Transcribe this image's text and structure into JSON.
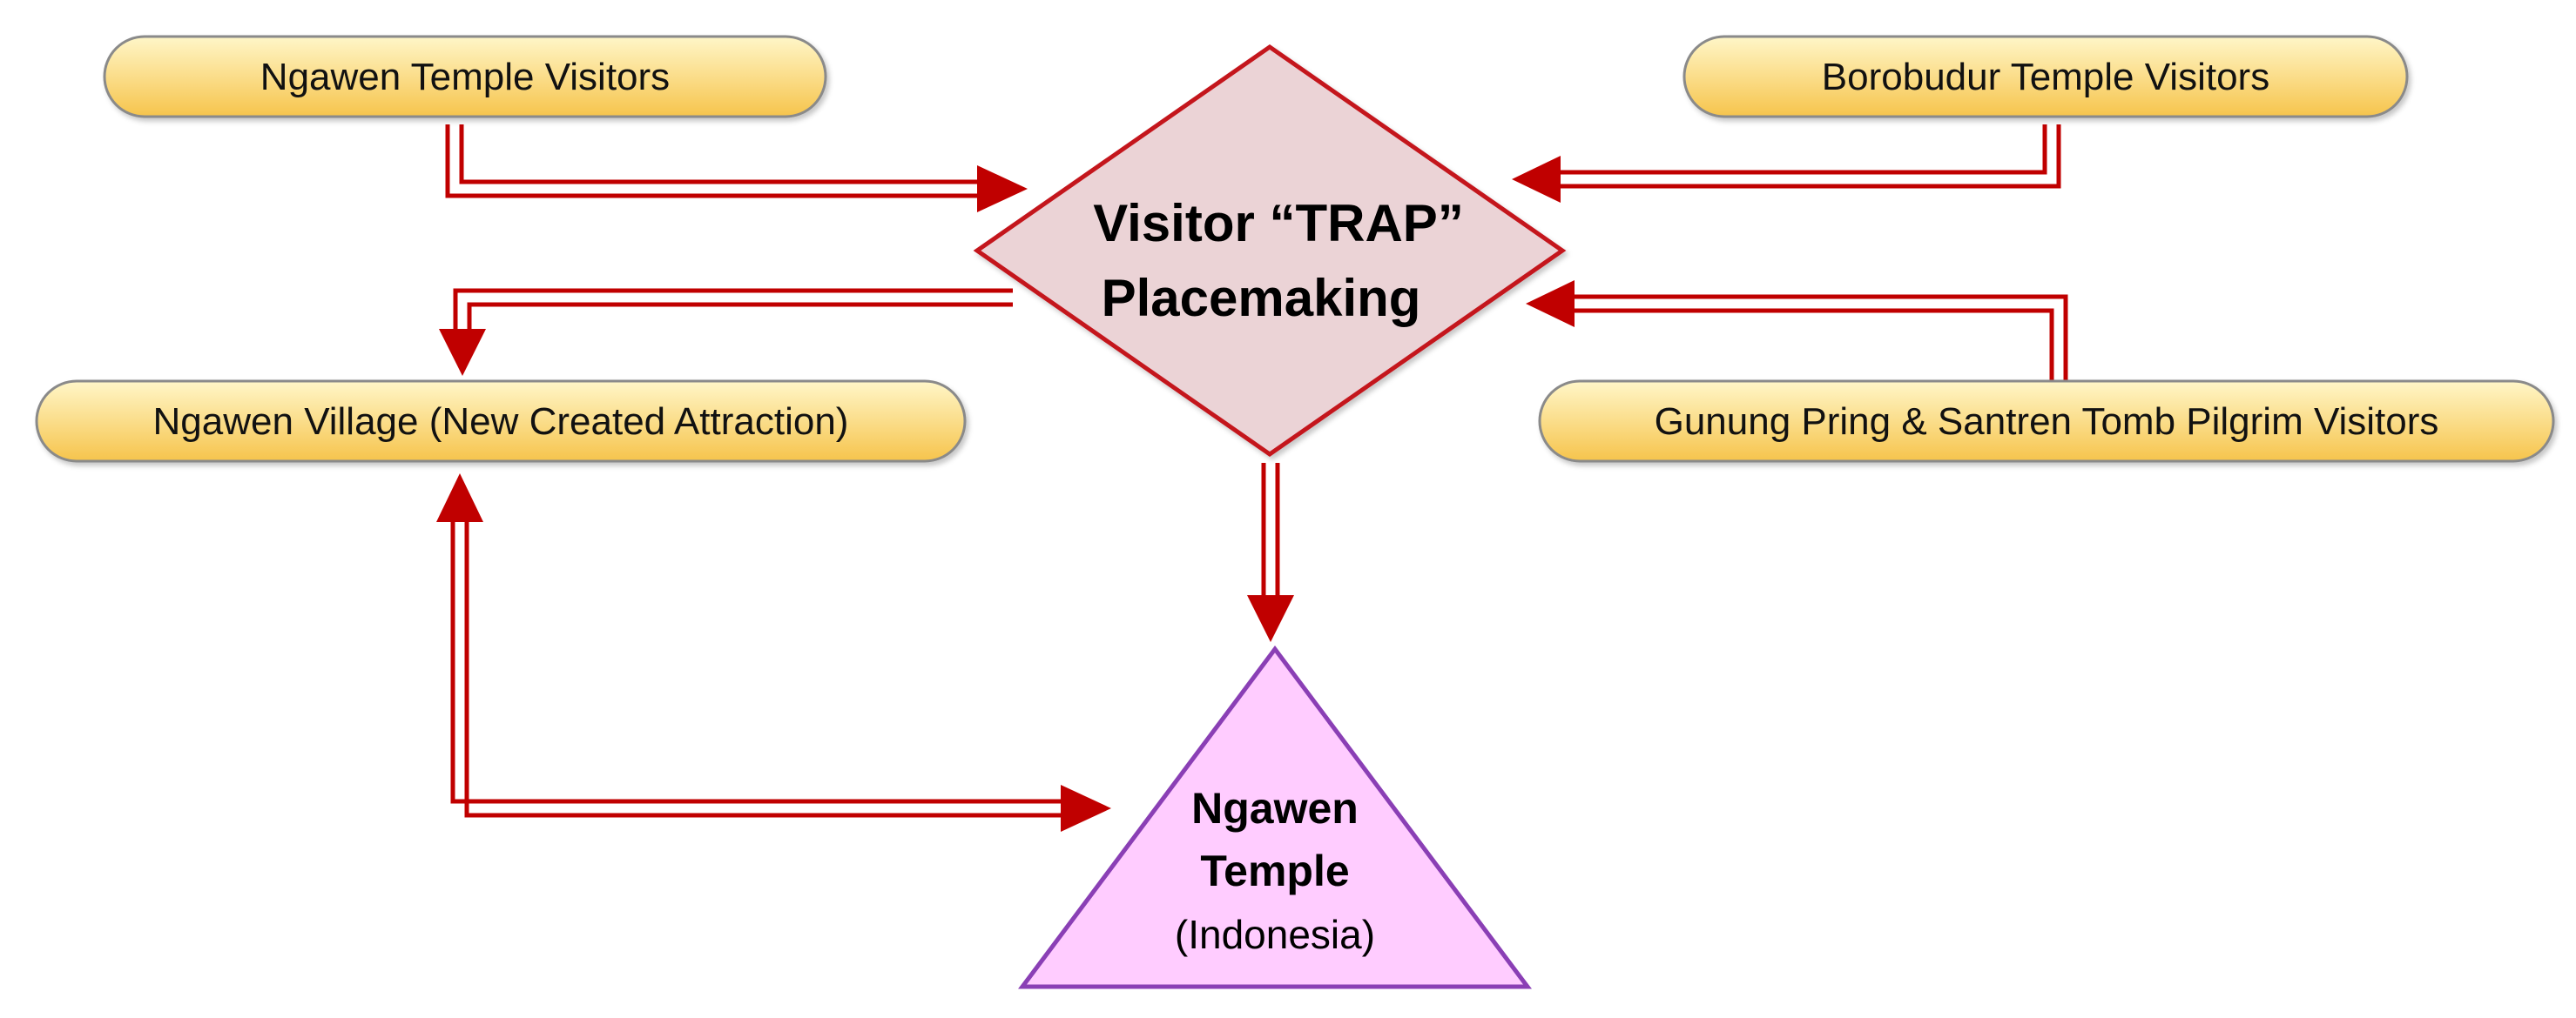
{
  "diagram": {
    "nodes": {
      "ngawen_visitors": {
        "label": "Ngawen Temple Visitors"
      },
      "borobudur_visitors": {
        "label": "Borobudur Temple Visitors"
      },
      "ngawen_village": {
        "label": "Ngawen Village (New Created Attraction)"
      },
      "pilgrim_visitors": {
        "label": "Gunung Pring & Santren Tomb Pilgrim Visitors"
      },
      "trap": {
        "line1": "Visitor “TRAP”",
        "line2": "Placemaking"
      },
      "temple": {
        "line1": "Ngawen",
        "line2": "Temple",
        "line3": "(Indonesia)"
      }
    },
    "colors": {
      "arrow": "#c00000",
      "pill_top": "#fff6c8",
      "pill_bottom": "#f6c44c",
      "diamond_fill": "#ebd3d6",
      "diamond_stroke": "#c4121c",
      "triangle_fill": "#ffccff",
      "triangle_stroke": "#8a3fb5"
    }
  }
}
